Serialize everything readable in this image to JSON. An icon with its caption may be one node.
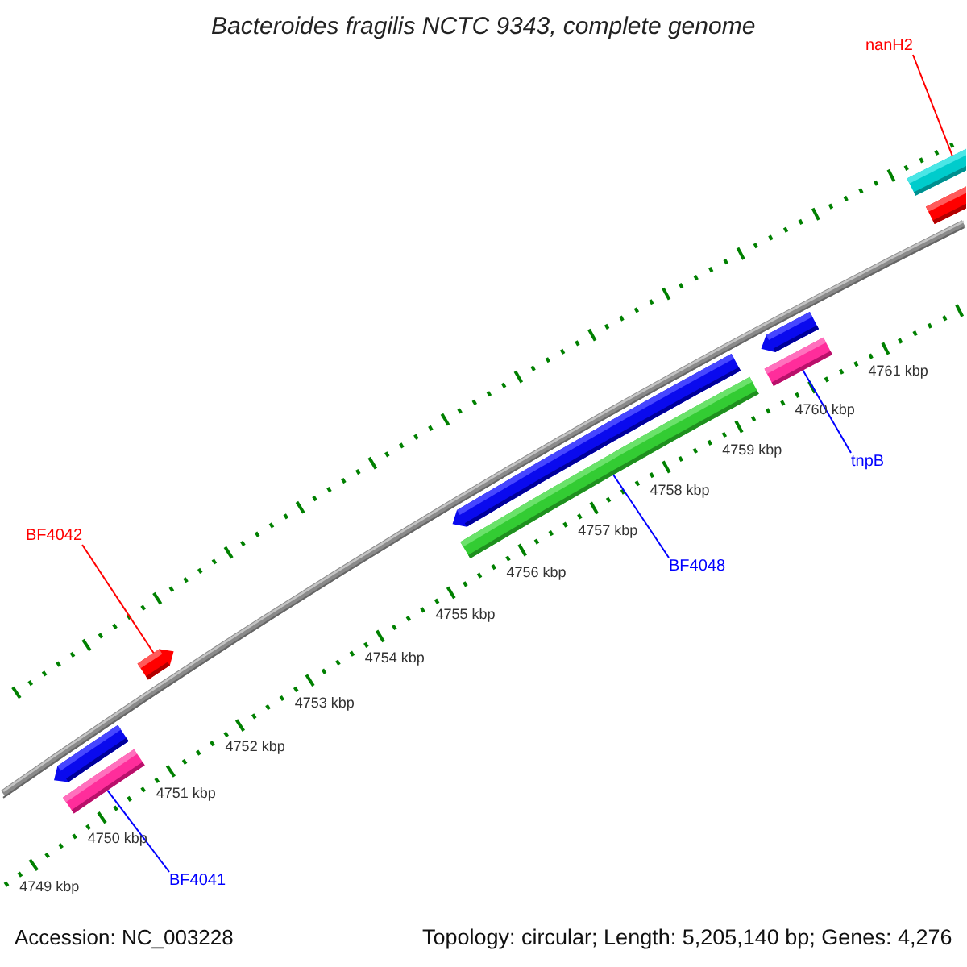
{
  "diagram": {
    "title": "Bacteroides fragilis NCTC 9343, complete genome",
    "nodes": [
      {
        "text": [
          "nanH2"
        ]
      },
      {
        "text": [
          "BF4042"
        ]
      },
      {
        "text": [
          "tnpB"
        ]
      },
      {
        "text": [
          "BF4048"
        ]
      },
      {
        "text": [
          "BF4041"
        ]
      },
      {
        "text": [],
        "shape": "pentagon"
      },
      {
        "text": [],
        "shape": "bar"
      },
      {
        "text": [],
        "shape": "pentagon"
      },
      {
        "text": [],
        "shape": "pentagon"
      },
      {
        "text": [],
        "shape": "bar"
      },
      {
        "text": [],
        "shape": "pentagon"
      },
      {
        "text": [],
        "shape": "bar"
      },
      {
        "text": [],
        "shape": "bar"
      },
      {
        "text": [],
        "shape": "bar"
      }
    ],
    "edges": [
      {
        "from": 0,
        "to": 12,
        "arrow": "none",
        "color": "#ff0000"
      },
      {
        "from": 1,
        "to": 7,
        "arrow": "none",
        "color": "#ff0000"
      },
      {
        "from": 2,
        "to": 11,
        "arrow": "none"
      },
      {
        "from": 3,
        "to": 9,
        "arrow": "none"
      },
      {
        "from": 4,
        "to": 6,
        "arrow": "none"
      }
    ],
    "labels": [
      "4749 kbp",
      "4750 kbp",
      "4751 kbp",
      "4752 kbp",
      "4753 kbp",
      "4754 kbp",
      "4755 kbp",
      "4756 kbp",
      "4757 kbp",
      "4758 kbp",
      "4759 kbp",
      "4760 kbp",
      "4761 kbp",
      "Accession: NC_003228",
      "Topology: circular; Length: 5,205,140 bp; Genes: 4,276"
    ]
  }
}
